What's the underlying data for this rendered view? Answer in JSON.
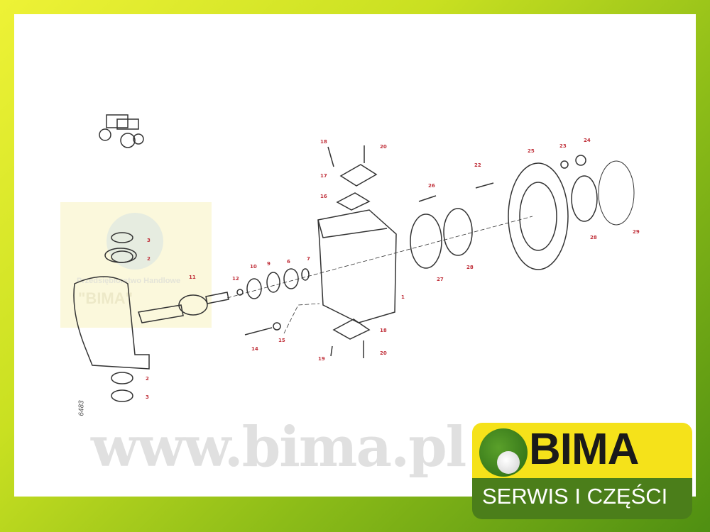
{
  "diagram": {
    "drawing_code": "6483",
    "watermark": "www.bima.pl",
    "stamp_line1": "Przedsiębiorstwo Handlowe",
    "stamp_line2": "\"BIMA\"",
    "part_labels": {
      "p1": "1",
      "p2a": "2",
      "p3a": "3",
      "p2b": "2",
      "p3b": "3",
      "p6": "6",
      "p7": "7",
      "p9": "9",
      "p10": "10",
      "p11": "11",
      "p12": "12",
      "p14": "14",
      "p15": "15",
      "p16": "16",
      "p17": "17",
      "p18a": "18",
      "p20a": "20",
      "p18b": "18",
      "p19": "19",
      "p20b": "20",
      "p22": "22",
      "p23": "23",
      "p24": "24",
      "p25": "25",
      "p26": "26",
      "p27": "27",
      "p28a": "28",
      "p28b": "28",
      "p29": "29"
    }
  },
  "logo": {
    "name": "BIMA",
    "tagline": "SERWIS I CZĘŚCI",
    "colors": {
      "yellow": "#f5e21a",
      "green": "#4b7e1a"
    }
  }
}
